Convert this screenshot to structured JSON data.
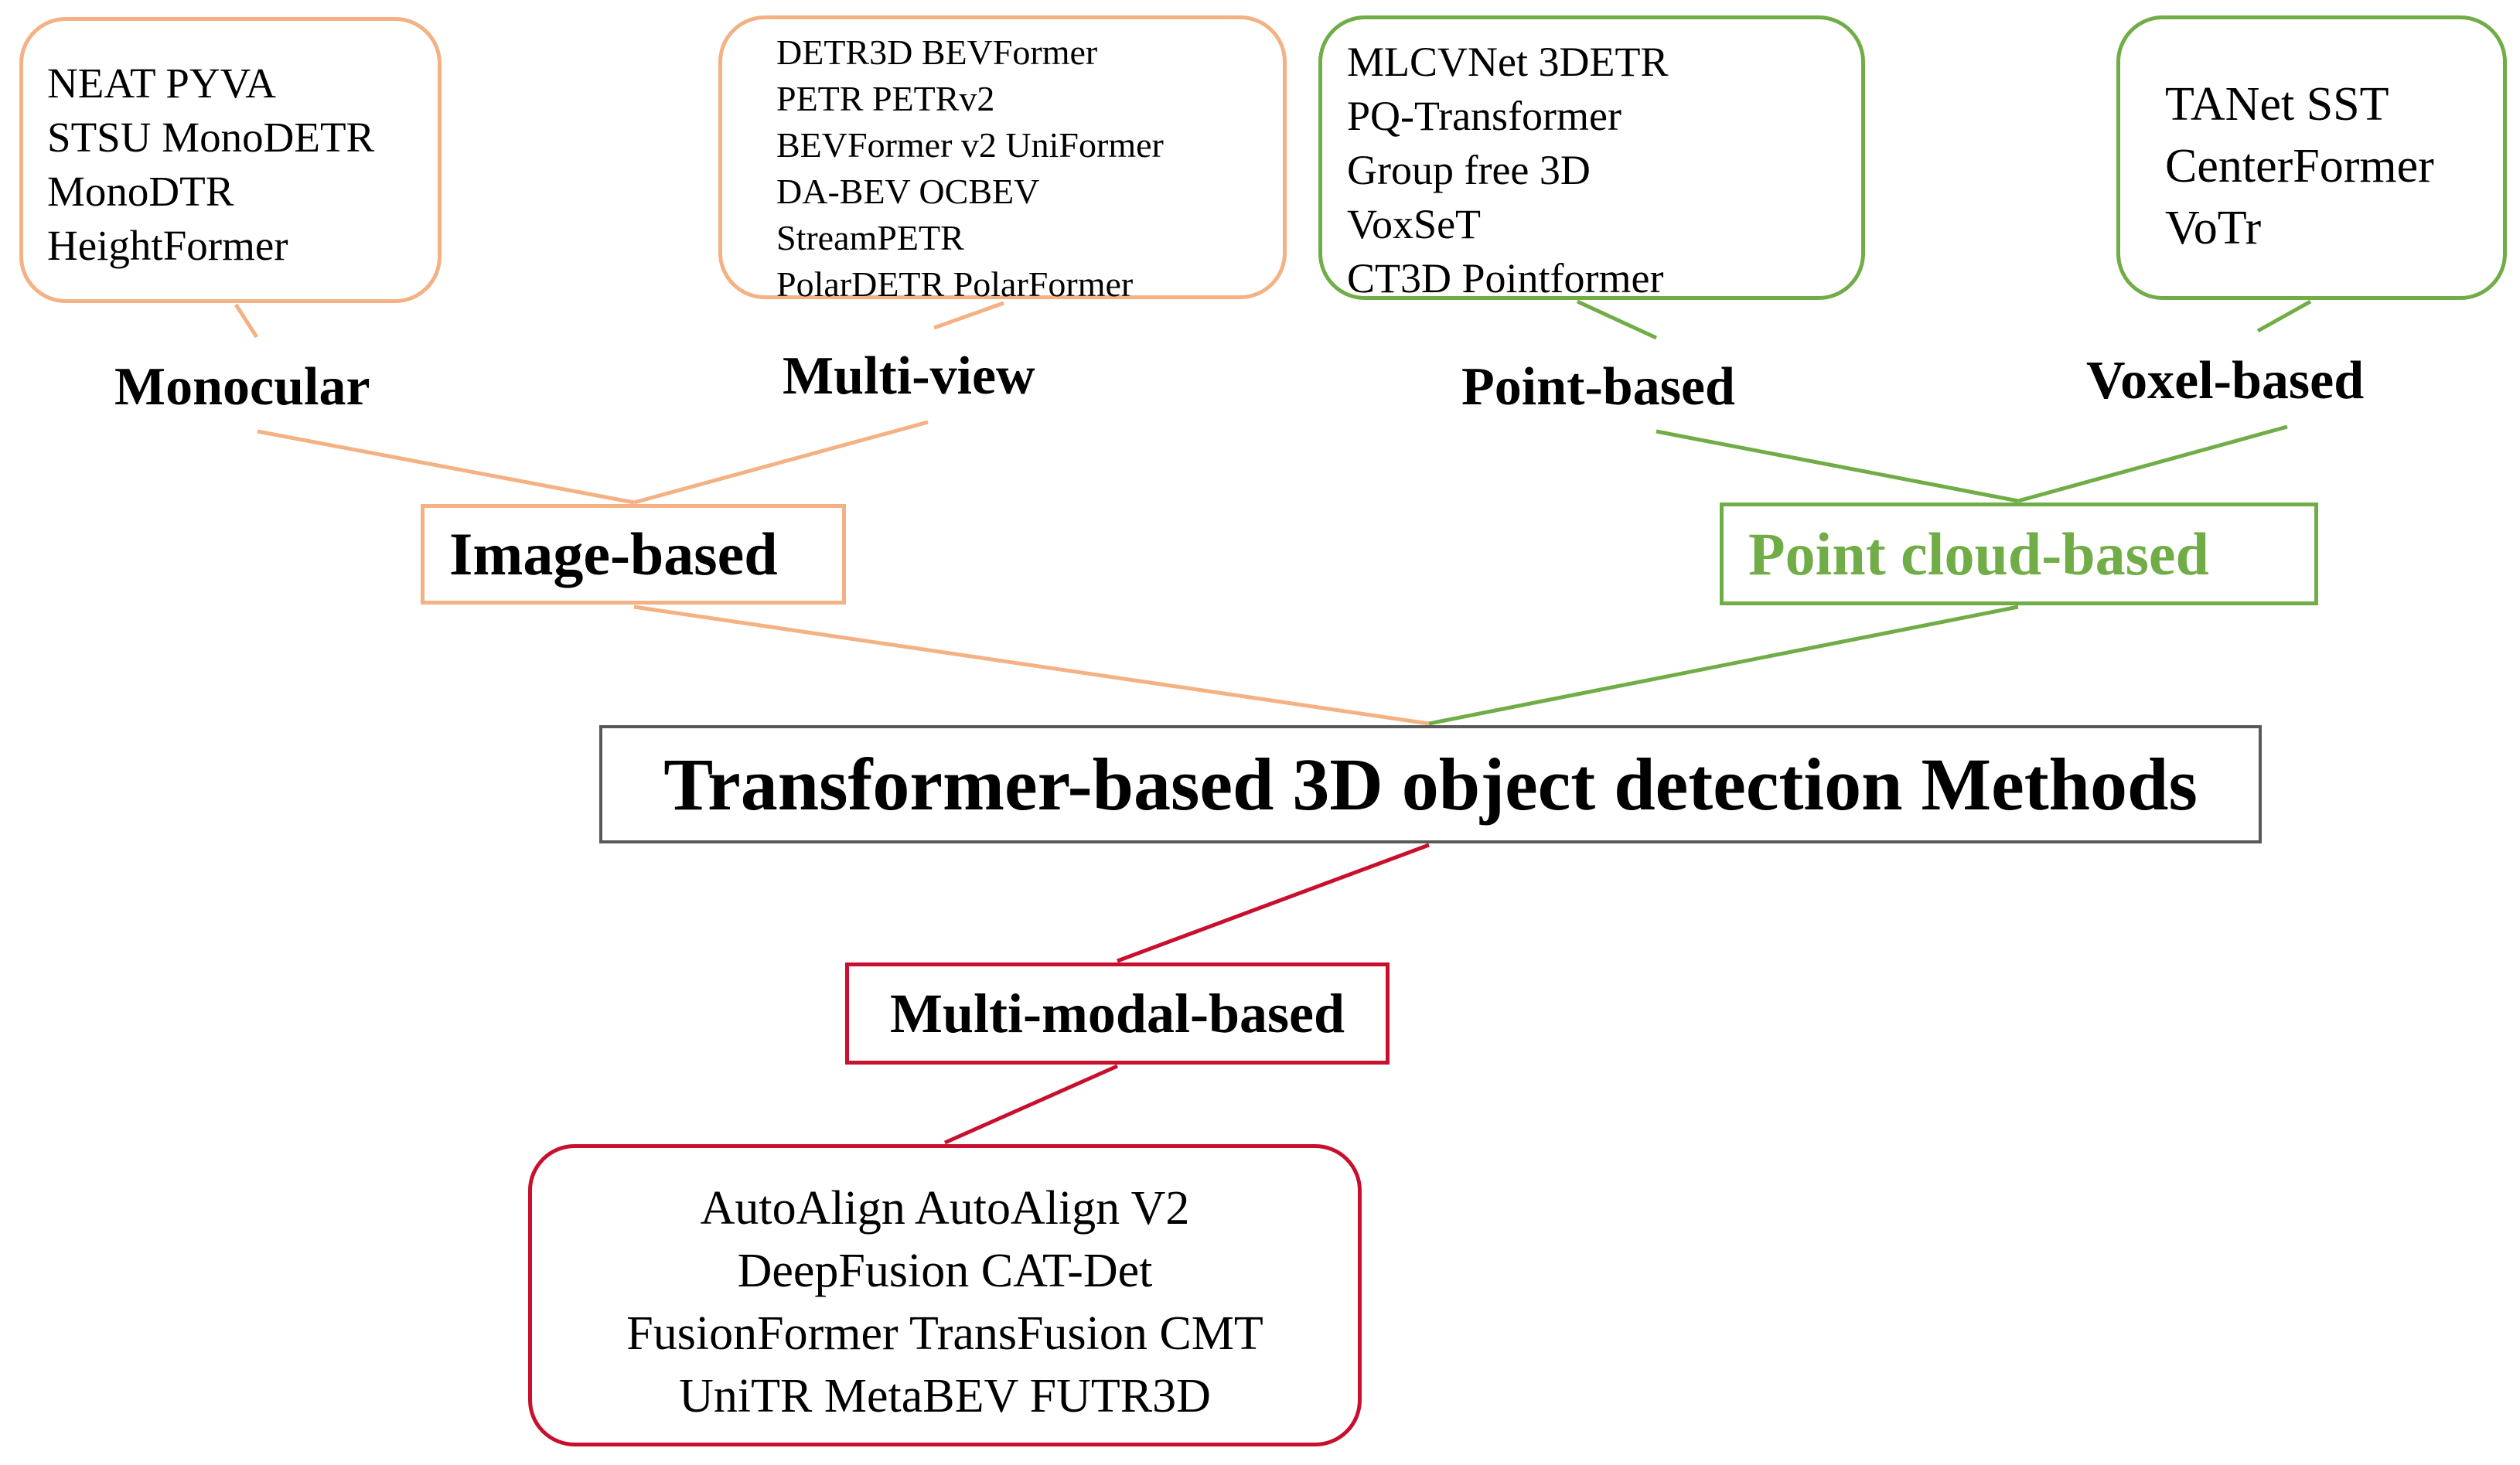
{
  "title": "Transformer-based 3D object detection Methods",
  "categories": {
    "image_based": {
      "label": "Image-based",
      "color": "#f4b183",
      "subcategories": [
        {
          "label": "Monocular",
          "methods": [
            "NEAT  PYVA",
            "STSU  MonoDETR",
            "MonoDTR",
            "HeightFormer"
          ]
        },
        {
          "label": "Multi-view",
          "methods": [
            "DETR3D  BEVFormer",
            "PETR  PETRv2",
            "BEVFormer v2  UniFormer",
            "DA-BEV  OCBEV",
            "StreamPETR",
            "PolarDETR  PolarFormer"
          ]
        }
      ]
    },
    "point_cloud_based": {
      "label": "Point cloud-based",
      "color": "#70ad47",
      "subcategories": [
        {
          "label": "Point-based",
          "methods": [
            "MLCVNet  3DETR",
            "PQ-Transformer",
            "Group free 3D",
            " VoxSeT",
            " CT3D   Pointformer"
          ]
        },
        {
          "label": "Voxel-based",
          "methods": [
            "TANet  SST",
            "CenterFormer",
            "VoTr"
          ]
        }
      ]
    },
    "multi_modal_based": {
      "label": "Multi-modal-based",
      "color": "#c8102e",
      "methods": [
        "AutoAlign  AutoAlign V2",
        "DeepFusion  CAT-Det",
        "FusionFormer  TransFusion   CMT",
        "UniTR   MetaBEV   FUTR3D"
      ]
    }
  }
}
